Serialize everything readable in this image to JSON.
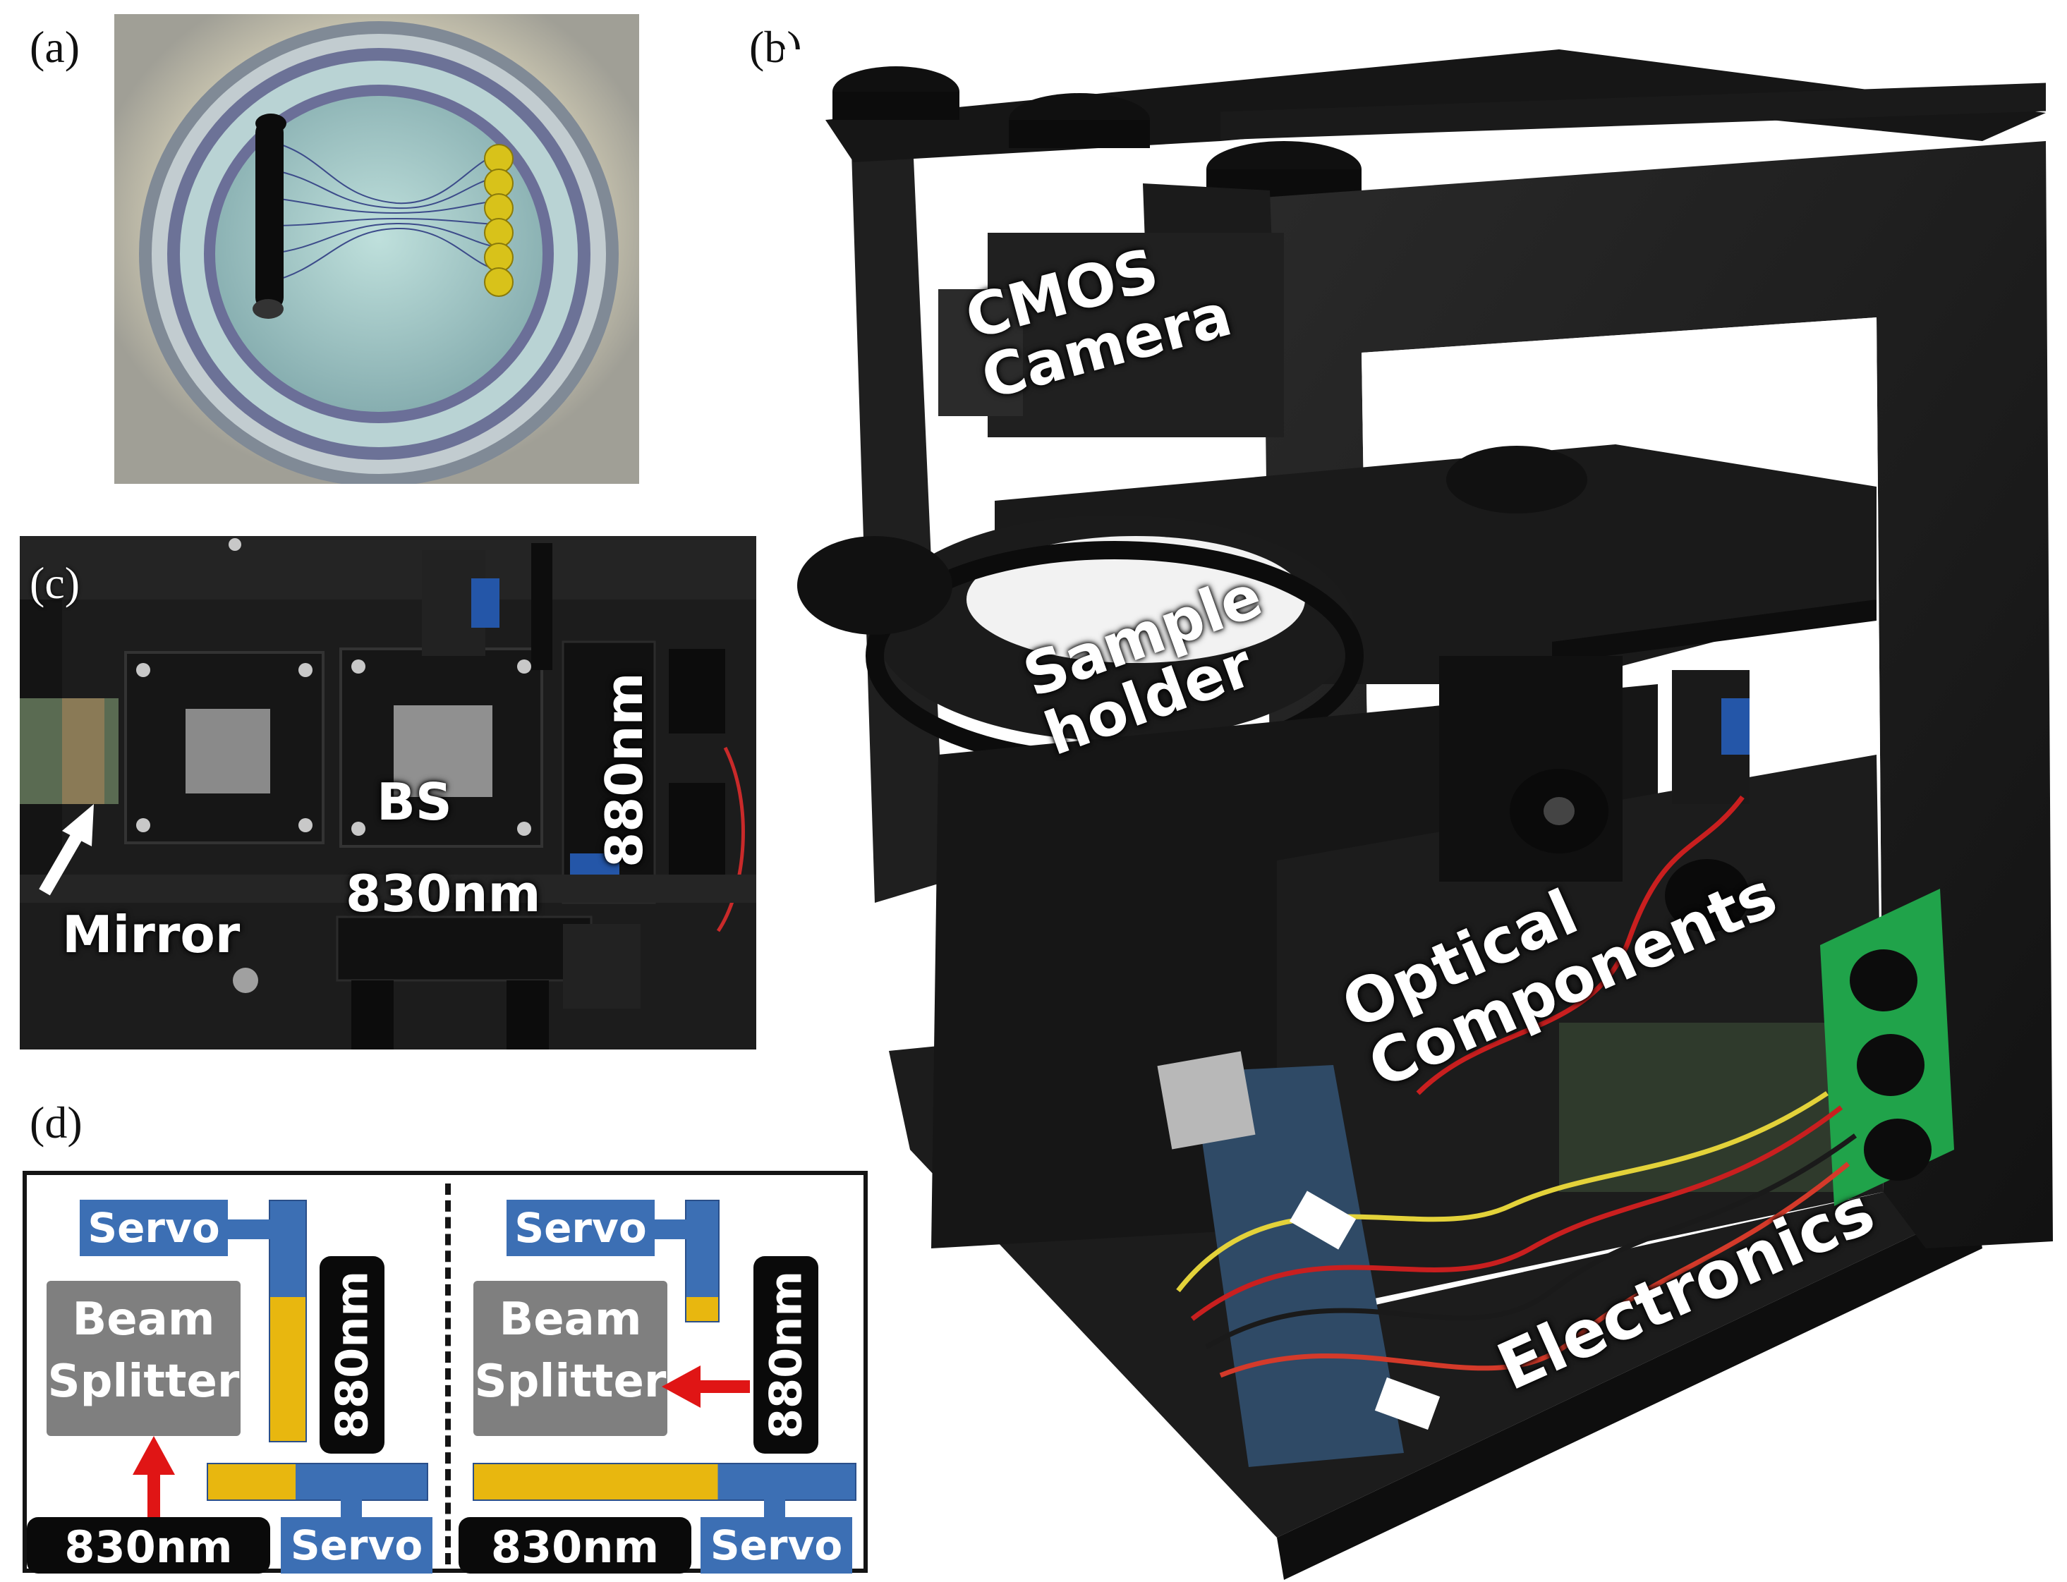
{
  "panels": {
    "a": {
      "letter": "(a)"
    },
    "b": {
      "letter": "(b)",
      "labels": {
        "cmos_camera": "CMOS\nCamera",
        "sample_holder": "Sample\nholder",
        "optical_components": "Optical\nComponents",
        "electronics": "Electronics"
      }
    },
    "c": {
      "letter": "(c)",
      "labels": {
        "bs": "BS",
        "nm880": "880nm",
        "nm830": "830nm",
        "mirror": "Mirror"
      }
    },
    "d": {
      "letter": "(d)",
      "left": {
        "servo_top": "Servo",
        "beam_line1": "Beam",
        "beam_line2": "Splitter",
        "nm880": "880nm",
        "nm830": "830nm",
        "servo_bottom": "Servo"
      },
      "right": {
        "servo_top": "Servo",
        "beam_line1": "Beam",
        "beam_line2": "Splitter",
        "nm880": "880nm",
        "nm830": "830nm",
        "servo_bottom": "Servo"
      }
    }
  },
  "colors": {
    "servo_blue": "#3c6fb4",
    "mirror_yellow": "#e8b70f",
    "beam_gray": "#7f7f7f",
    "laser_black": "#0a0a0a",
    "arrow_red": "#e01515",
    "frame_black": "#141414"
  },
  "icons": [
    "arrow-up-icon",
    "arrow-left-icon",
    "mirror-arrow-icon"
  ]
}
